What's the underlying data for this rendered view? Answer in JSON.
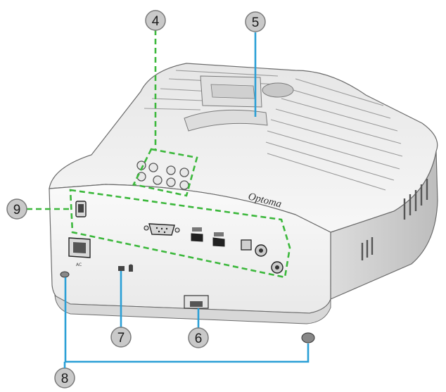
{
  "brand": "Optoma",
  "port_labels": {
    "ac": "AC"
  },
  "callouts": [
    "4",
    "5",
    "9",
    "7",
    "6",
    "8"
  ],
  "colors": {
    "callout_fill": "#c9c9c9",
    "callout_stroke": "#7a7a7a",
    "dash_green": "#3cb83c",
    "leader_blue": "#2a9fd6",
    "body_fill": "#f4f4f4",
    "body_stroke": "#6b6b6b"
  }
}
